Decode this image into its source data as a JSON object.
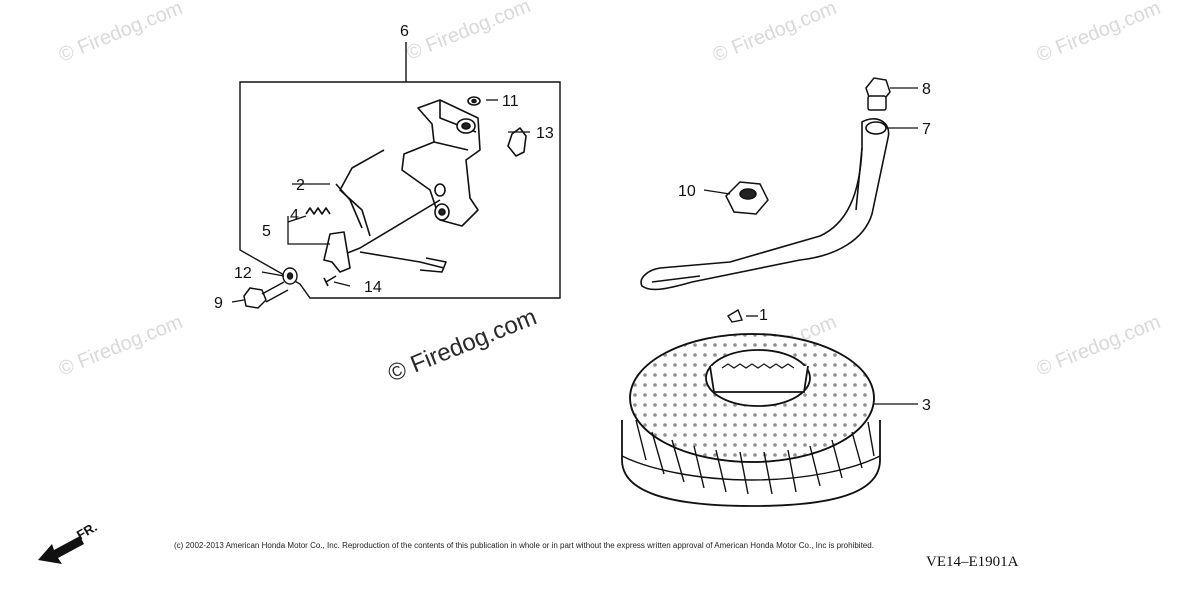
{
  "diagram": {
    "callouts": [
      "1",
      "2",
      "3",
      "4",
      "5",
      "6",
      "7",
      "8",
      "9",
      "10",
      "11",
      "12",
      "13",
      "14"
    ],
    "watermark_small": "© Firedog.com",
    "watermark_main": "© Firedog.com",
    "copyright": "(c) 2002-2013 American Honda Motor Co., Inc. Reproduction of the contents of this publication in whole or in part without the express written approval of American Honda Motor Co., Inc is prohibited.",
    "diagram_code": "VE14–E1901A",
    "front_arrow_label": "FR.",
    "icons": [
      "front-direction-arrow-icon"
    ]
  }
}
